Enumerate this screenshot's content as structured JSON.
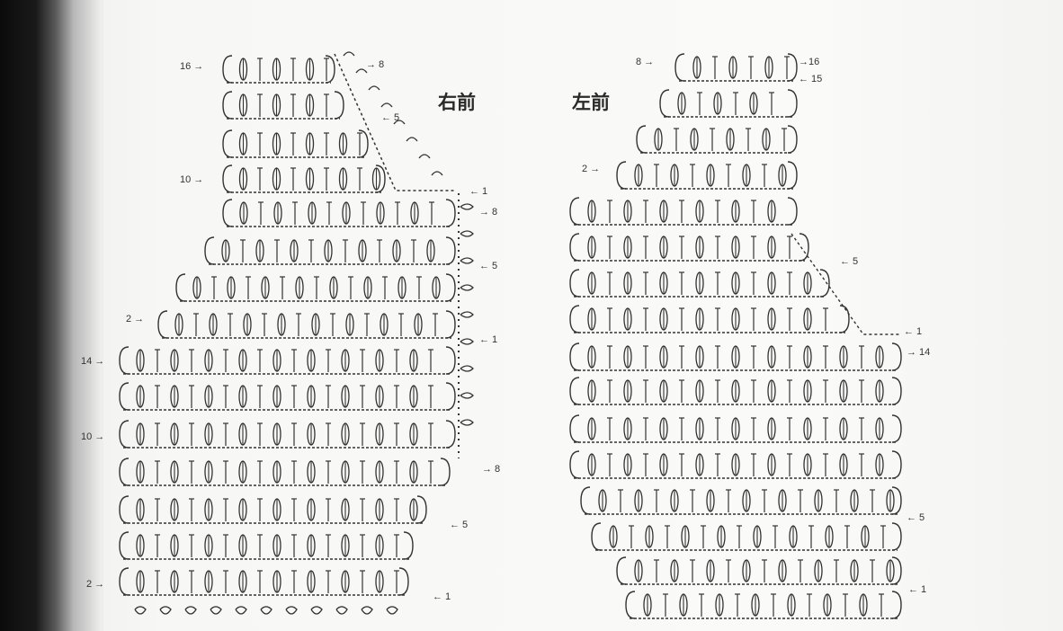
{
  "panels": [
    {
      "title": "右前",
      "labels_left": [
        {
          "text": "16 →",
          "row": 16
        },
        {
          "text": "10 →",
          "row": 10
        },
        {
          "text": "2 →",
          "row": 2,
          "section": "upper"
        },
        {
          "text": "14 →",
          "row": 14,
          "section": "lower"
        },
        {
          "text": "10 →",
          "row": 10,
          "section": "lower"
        },
        {
          "text": "2 →",
          "row": 2,
          "section": "lower"
        }
      ],
      "labels_right": [
        {
          "text": "→ 8",
          "row": 8
        },
        {
          "text": "← 5",
          "row": 5
        },
        {
          "text": "← 1",
          "row": 1
        },
        {
          "text": "→ 8",
          "row": 8,
          "section": "mid"
        },
        {
          "text": "← 5",
          "row": 5,
          "section": "mid"
        },
        {
          "text": "← 1",
          "row": 1,
          "section": "mid"
        },
        {
          "text": "→ 8",
          "row": 8,
          "section": "lower"
        },
        {
          "text": "← 5",
          "row": 5,
          "section": "lower"
        },
        {
          "text": "← 1",
          "row": 1,
          "section": "lower"
        }
      ]
    },
    {
      "title": "左前",
      "labels_left": [
        {
          "text": "8 →",
          "row": 8
        },
        {
          "text": "2 →",
          "row": 2
        }
      ],
      "labels_right": [
        {
          "text": "→16",
          "row": 16
        },
        {
          "text": "← 15",
          "row": 15
        },
        {
          "text": "← 5",
          "row": 5
        },
        {
          "text": "← 1",
          "row": 1
        },
        {
          "text": "→ 14",
          "row": 14
        },
        {
          "text": "← 5",
          "row": 5,
          "section": "lower"
        },
        {
          "text": "← 1",
          "row": 1,
          "section": "lower"
        }
      ]
    }
  ],
  "colors": {
    "ink": "#333333",
    "paper": "#f7f7f5",
    "binding_shadow": "#111111"
  },
  "icons": [
    "crochet-row-chart",
    "chain-stitch",
    "double-crochet-symbol",
    "shell-cluster"
  ]
}
